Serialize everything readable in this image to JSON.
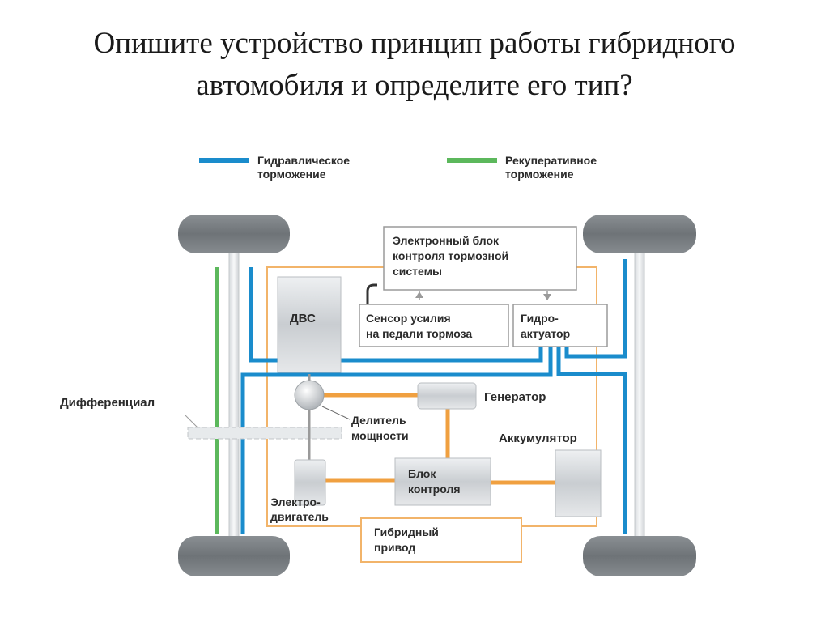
{
  "title": {
    "line1": "Опишите устройство принцип работы гибридного",
    "line2": "автомобиля и определите его тип?"
  },
  "legend": {
    "hydraulic": {
      "line1": "Гидравлическое",
      "line2": "торможение",
      "color": "#1a8ccc"
    },
    "regenerative": {
      "line1": "Рекуперативное",
      "line2": "торможение",
      "color": "#5cb85c"
    }
  },
  "components": {
    "ecu": {
      "line1": "Электронный блок",
      "line2": "контроля тормозной",
      "line3": "системы"
    },
    "sensor": {
      "line1": "Сенсор усилия",
      "line2": "на педали тормоза"
    },
    "actuator": {
      "line1": "Гидро-",
      "line2": "актуатор"
    },
    "engine": "ДВС",
    "differential": "Дифференциал",
    "generator": "Генератор",
    "splitter": {
      "line1": "Делитель",
      "line2": "мощности"
    },
    "battery": "Аккумулятор",
    "control_unit": {
      "line1": "Блок",
      "line2": "контроля"
    },
    "motor": {
      "line1": "Электро-",
      "line2": "двигатель"
    },
    "hybrid_drive": {
      "line1": "Гибридный",
      "line2": "привод"
    }
  },
  "colors": {
    "wheel": "#7a7f83",
    "power_link": "#f0a040",
    "hybrid_frame": "#f2b46a",
    "box_border": "#9a9a9a",
    "component_fill": "#d4d8db"
  }
}
